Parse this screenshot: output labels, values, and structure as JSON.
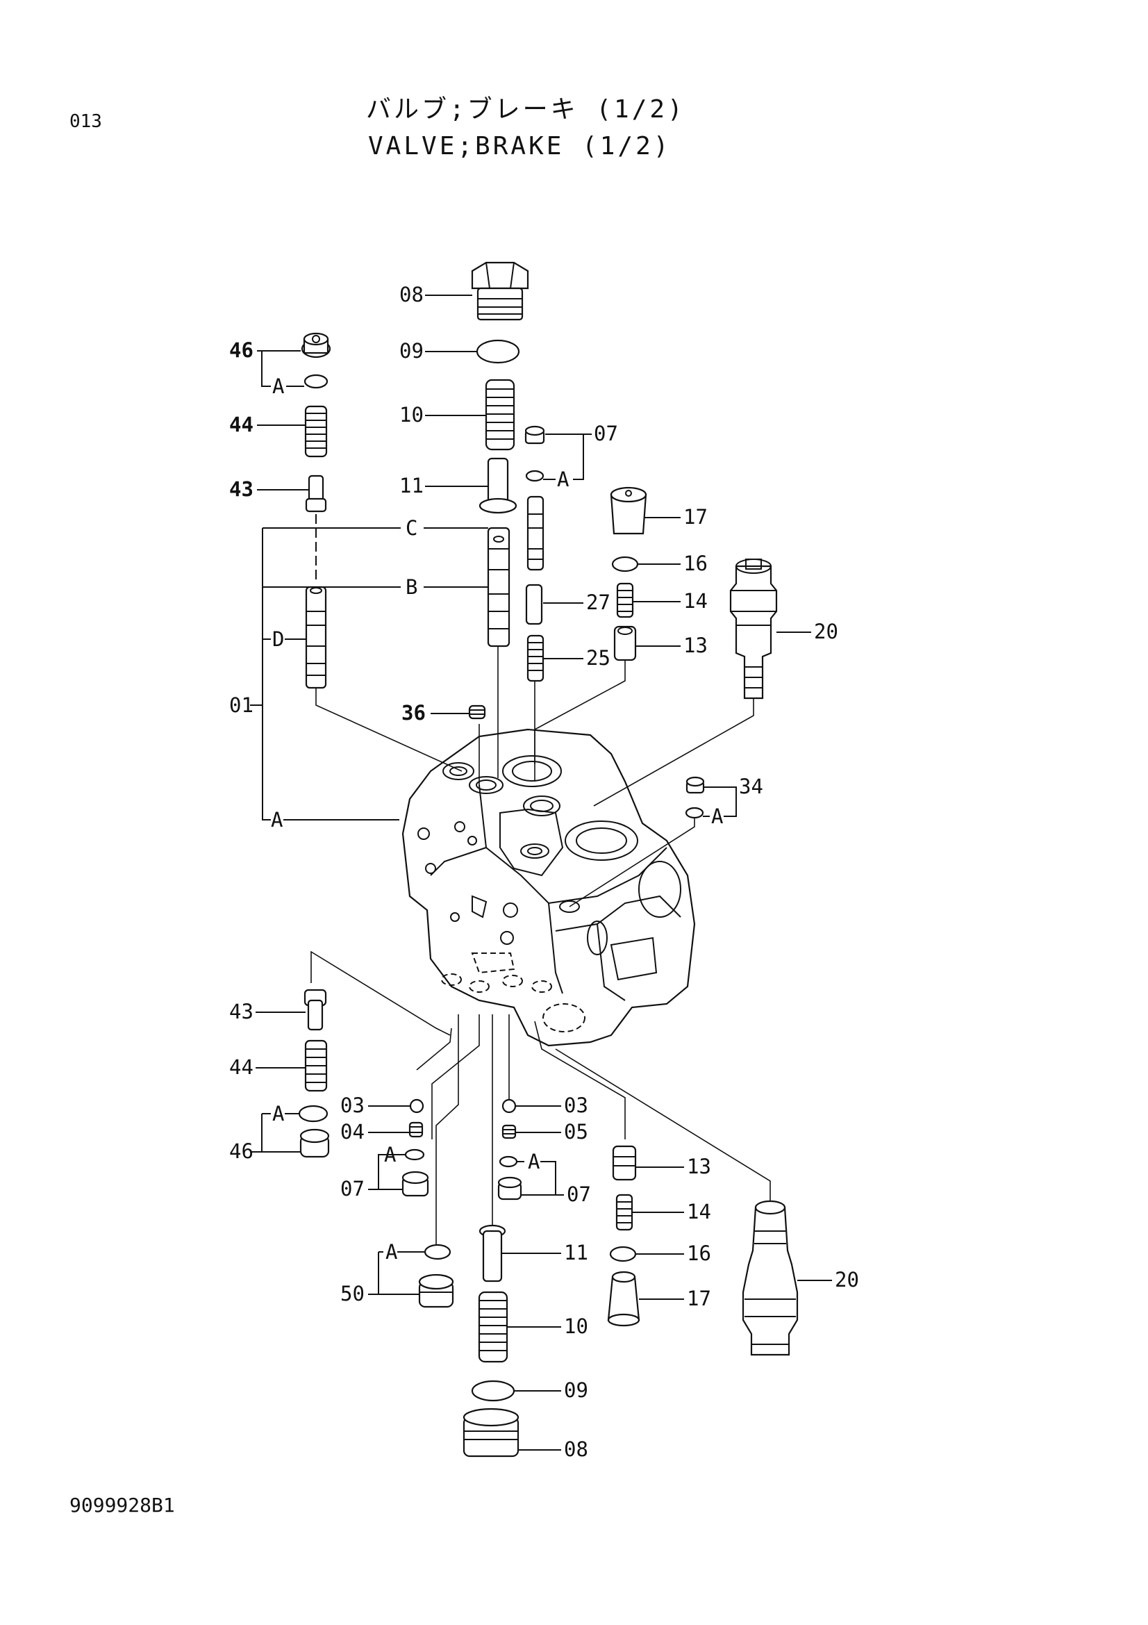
{
  "header": {
    "page_number": "013",
    "title_jp": "バルブ;ブレーキ (1/2)",
    "title_en": "VALVE;BRAKE (1/2)"
  },
  "footer": {
    "doc_number": "9099928B1"
  },
  "callouts": {
    "c08_top": "08",
    "c09_top": "09",
    "c10_top": "10",
    "c11_top": "11",
    "c46_top": "46",
    "a46_top": "A",
    "c44_top": "44",
    "c43_top": "43",
    "c07_top": "07",
    "a07_top": "A",
    "c17_top": "17",
    "c16_top": "16",
    "c14_top": "14",
    "c13_top": "13",
    "c20_top": "20",
    "c27": "27",
    "c25": "25",
    "lbl_c": "C",
    "lbl_b": "B",
    "lbl_d": "D",
    "c01": "01",
    "lbl_a_body": "A",
    "c36": "36",
    "c34": "34",
    "a34": "A",
    "c43_bot": "43",
    "c44_bot": "44",
    "c46_bot": "46",
    "a46_bot": "A",
    "c03_left": "03",
    "c04": "04",
    "c07_left": "07",
    "a07_left": "A",
    "c50": "50",
    "a50": "A",
    "c03_mid": "03",
    "c05": "05",
    "c07_mid": "07",
    "a07_mid": "A",
    "c11_bot": "11",
    "c10_bot": "10",
    "c09_bot": "09",
    "c08_bot": "08",
    "c13_bot": "13",
    "c14_bot": "14",
    "c16_bot": "16",
    "c17_bot": "17",
    "c20_bot": "20"
  }
}
